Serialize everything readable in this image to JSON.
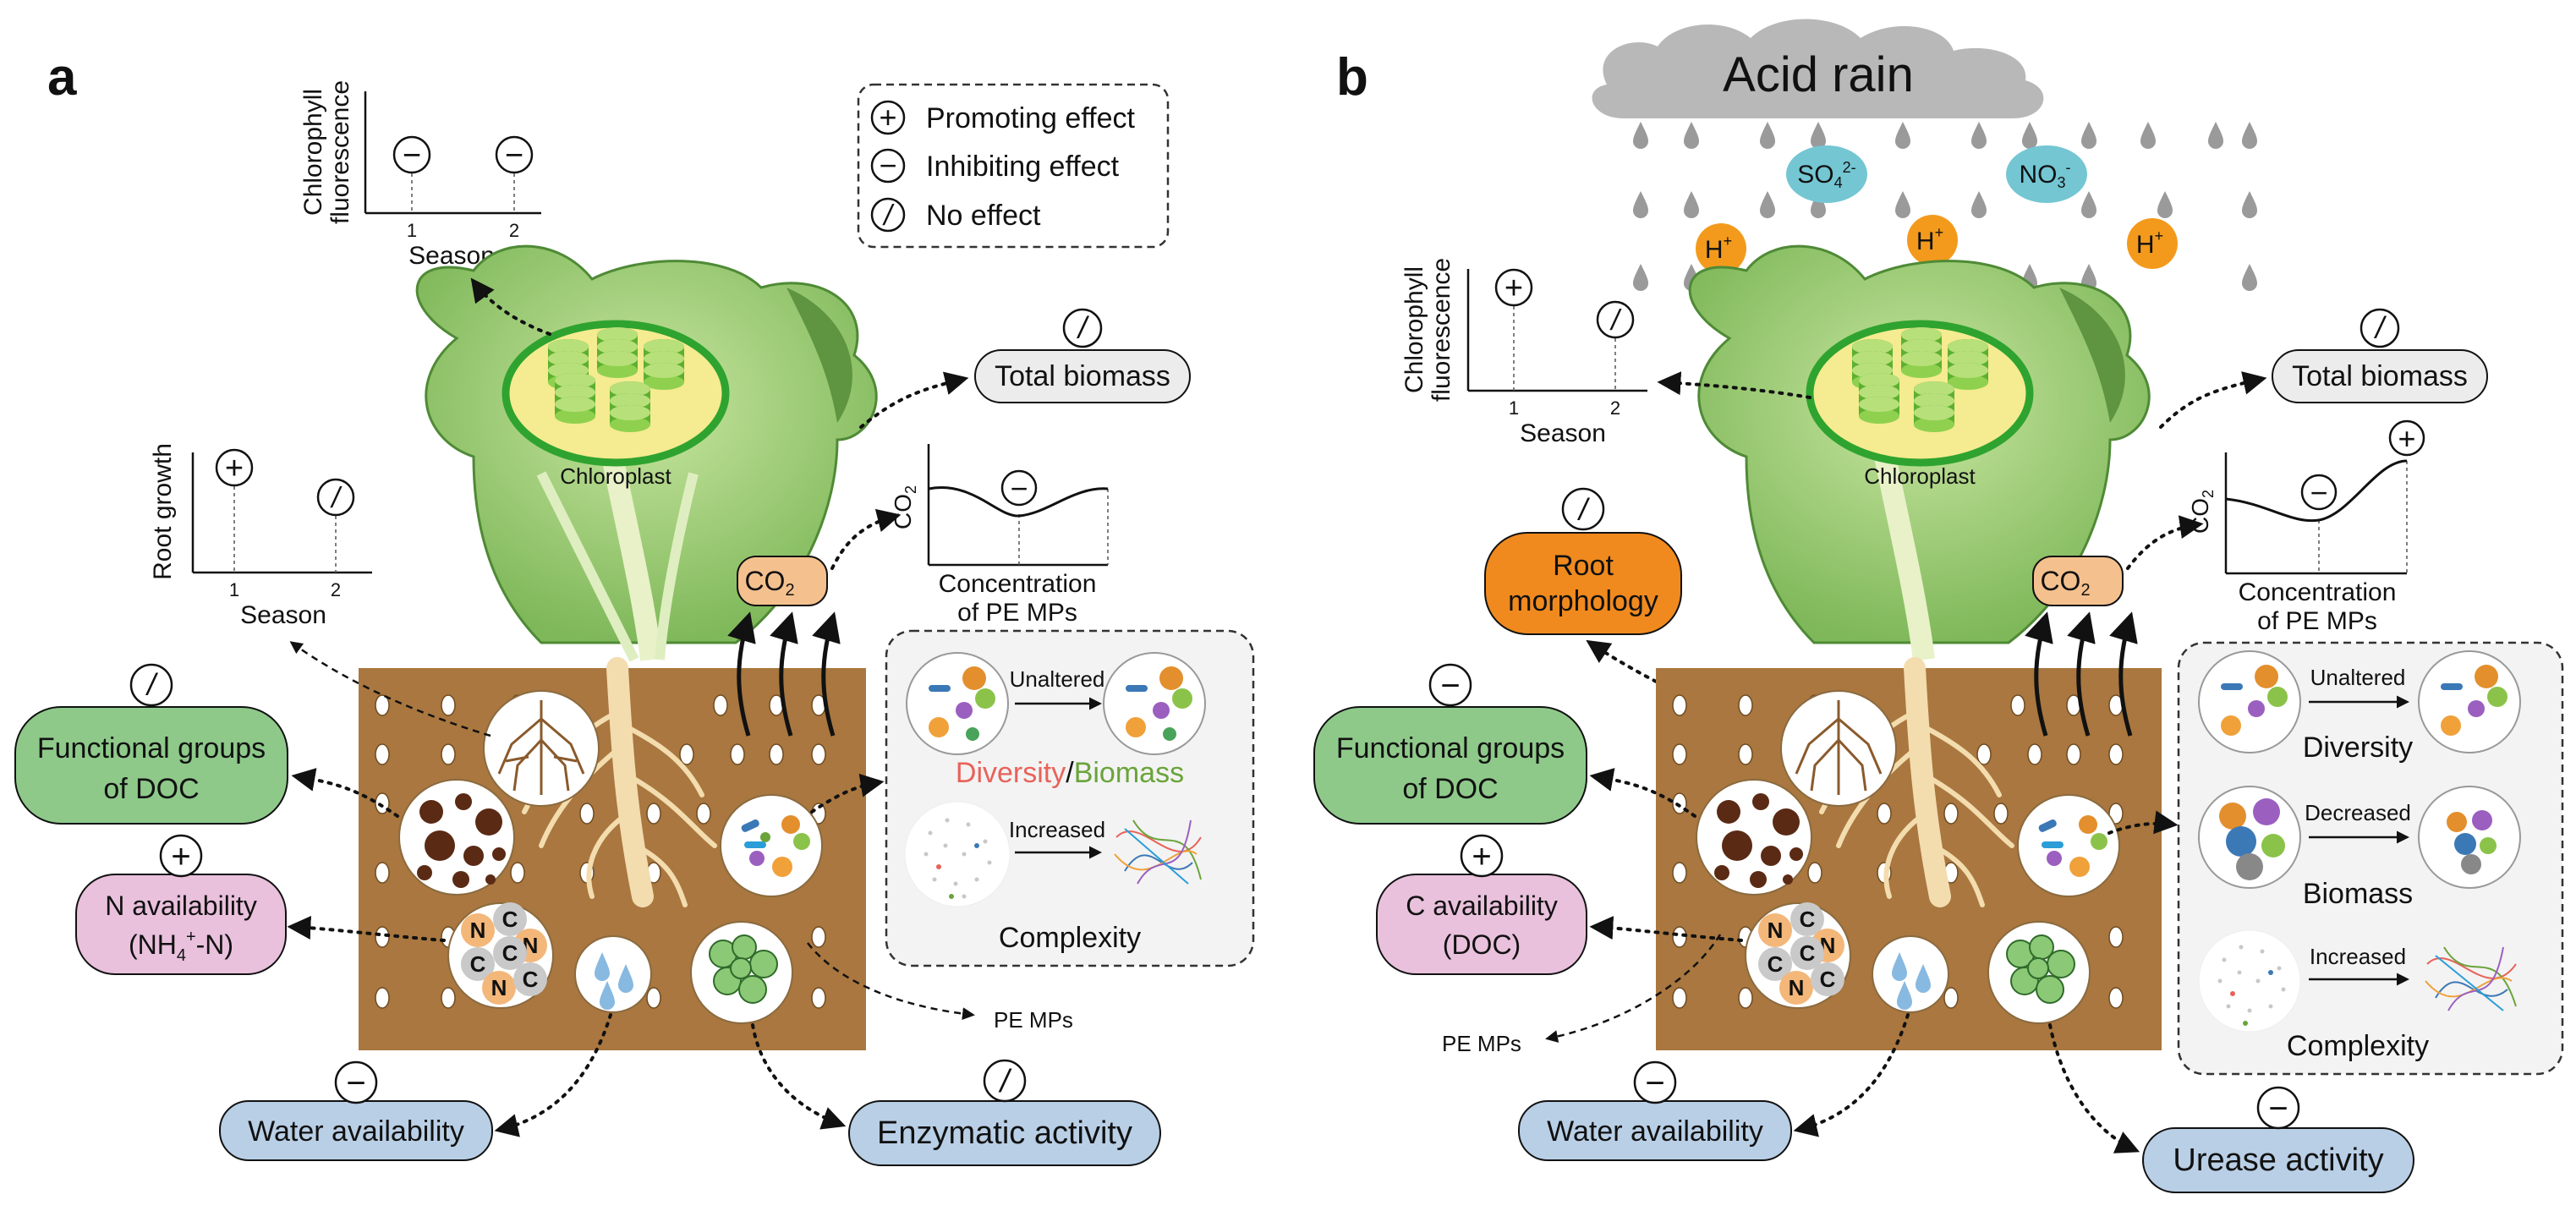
{
  "panel_a": {
    "label": "a",
    "legend": {
      "promoting": "Promoting effect",
      "inhibiting": "Inhibiting effect",
      "no_effect": "No effect",
      "plus": "+",
      "minus": "−",
      "slash": "/"
    },
    "chlorophyll_plot": {
      "ylabel_1": "Chlorophyll",
      "ylabel_2": "fluorescence",
      "xlabel": "Season",
      "tick_1": "1",
      "tick_2": "2",
      "s1": "−",
      "s2": "−"
    },
    "root_plot": {
      "ylabel": "Root growth",
      "xlabel": "Season",
      "tick_1": "1",
      "tick_2": "2",
      "s1": "+",
      "s2": "/"
    },
    "chloroplast": "Chloroplast",
    "total_biomass": {
      "label": "Total biomass",
      "sign": "/"
    },
    "co2": {
      "badge_main": "CO",
      "badge_sub": "2",
      "ylabel_main": "CO",
      "ylabel_sub": "2",
      "xlabel_1": "Concentration",
      "xlabel_2": "of PE MPs",
      "sign": "−"
    },
    "functional_groups": {
      "line1": "Functional groups",
      "line2": "of DOC",
      "sign": "/"
    },
    "n_availability": {
      "line1": "N availability",
      "line2_pre": "(NH",
      "line2_sub": "4",
      "line2_sup": "+",
      "line2_post": "-N)",
      "sign": "+"
    },
    "water": {
      "label": "Water availability",
      "sign": "−"
    },
    "enzymatic": {
      "label": "Enzymatic activity",
      "sign": "/"
    },
    "microbe_box": {
      "unaltered": "Unaltered",
      "diversity": "Diversity",
      "slash": "/",
      "biomass": "Biomass",
      "increased": "Increased",
      "complexity": "Complexity"
    },
    "pe_mps": "PE MPs",
    "nitrogen_letters": [
      "N",
      "C",
      "N",
      "C",
      "C",
      "N",
      "C"
    ]
  },
  "panel_b": {
    "label": "b",
    "acid_rain": "Acid rain",
    "ions": {
      "so4_main": "SO",
      "so4_sub": "4",
      "so4_sup": "2-",
      "no3_main": "NO",
      "no3_sub": "3",
      "no3_sup": "-",
      "h_main": "H",
      "h_sup": "+"
    },
    "chlorophyll_plot": {
      "ylabel_1": "Chlorophyll",
      "ylabel_2": "fluorescence",
      "xlabel": "Season",
      "tick_1": "1",
      "tick_2": "2",
      "s1": "+",
      "s2": "/"
    },
    "chloroplast": "Chloroplast",
    "total_biomass": {
      "label": "Total biomass",
      "sign": "/"
    },
    "root_morphology": {
      "line1": "Root",
      "line2": "morphology",
      "sign": "/"
    },
    "co2": {
      "badge_main": "CO",
      "badge_sub": "2",
      "ylabel_main": "CO",
      "ylabel_sub": "2",
      "xlabel_1": "Concentration",
      "xlabel_2": "of PE MPs",
      "sign_min": "−",
      "sign_max": "+"
    },
    "functional_groups": {
      "line1": "Functional groups",
      "line2": "of DOC",
      "sign": "−"
    },
    "c_availability": {
      "line1": "C availability",
      "line2": "(DOC)",
      "sign": "+"
    },
    "water": {
      "label": "Water availability",
      "sign": "−"
    },
    "urease": {
      "label": "Urease activity",
      "sign": "−"
    },
    "microbe_box": {
      "unaltered": "Unaltered",
      "diversity": "Diversity",
      "decreased": "Decreased",
      "biomass": "Biomass",
      "increased": "Increased",
      "complexity": "Complexity"
    },
    "pe_mps": "PE MPs",
    "carbon_letters": [
      "N",
      "C",
      "N",
      "C",
      "C",
      "N",
      "C"
    ]
  },
  "colors": {
    "soil": "#a9773f",
    "green_box": "#8ec98a",
    "pink_box": "#e9c1dc",
    "blue_box": "#b9cfe6",
    "grey_box": "#ececec",
    "orange_box": "#f08a1f",
    "co2_badge": "#f4c18e",
    "diversity_red": "#e8625a",
    "biomass_green": "#6aa43a",
    "complexity_purple": "#9a6cc0",
    "cloud": "#b8b8b8",
    "ion_blue": "#74c6d3",
    "ion_orange": "#f39a1d"
  }
}
